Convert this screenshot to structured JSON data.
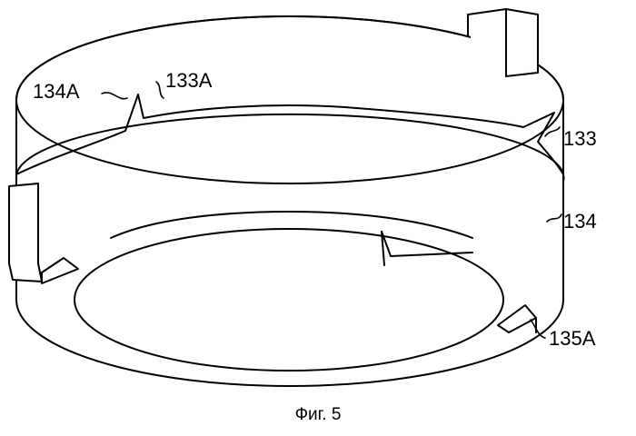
{
  "figure": {
    "labels": {
      "label_134a": "134A",
      "label_133a": "133A",
      "label_133": "133",
      "label_134": "134",
      "label_135a": "135A"
    },
    "caption": "Фиг. 5"
  }
}
